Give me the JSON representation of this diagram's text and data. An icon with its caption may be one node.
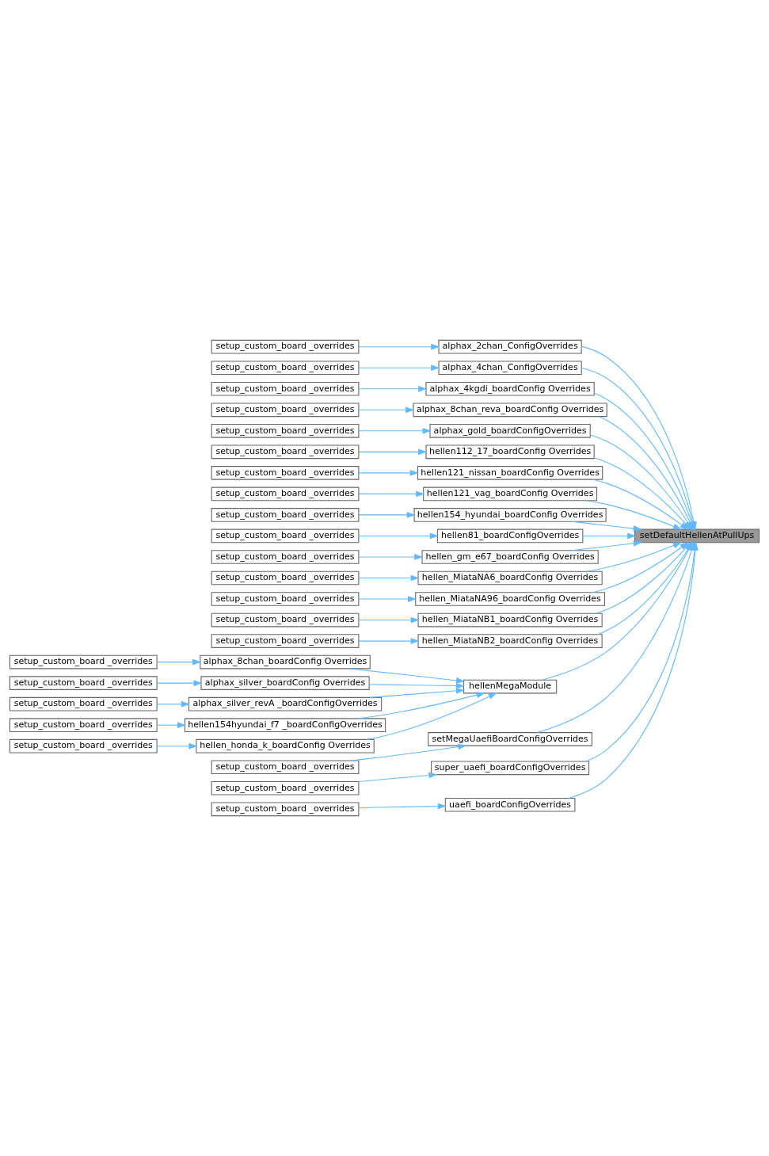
{
  "diagram": {
    "nodes": [
      {
        "text": [
          "setDefaultHellenAtPullUps"
        ]
      },
      {
        "text": [
          "alphax_2chan_ConfigOverrides"
        ]
      },
      {
        "text": [
          "setup_custom_board _overrides"
        ]
      },
      {
        "text": [
          "alphax_4chan_ConfigOverrides"
        ]
      },
      {
        "text": [
          "setup_custom_board _overrides"
        ]
      },
      {
        "text": [
          "alphax_4kgdi_boardConfig Overrides"
        ]
      },
      {
        "text": [
          "setup_custom_board _overrides"
        ]
      },
      {
        "text": [
          "alphax_8chan_reva_boardConfig Overrides"
        ]
      },
      {
        "text": [
          "setup_custom_board _overrides"
        ]
      },
      {
        "text": [
          "alphax_gold_boardConfigOverrides"
        ]
      },
      {
        "text": [
          "setup_custom_board _overrides"
        ]
      },
      {
        "text": [
          "hellen112_17_boardConfig Overrides"
        ]
      },
      {
        "text": [
          "setup_custom_board _overrides"
        ]
      },
      {
        "text": [
          "hellen121_nissan_boardConfig Overrides"
        ]
      },
      {
        "text": [
          "setup_custom_board _overrides"
        ]
      },
      {
        "text": [
          "hellen121_vag_boardConfig Overrides"
        ]
      },
      {
        "text": [
          "setup_custom_board _overrides"
        ]
      },
      {
        "text": [
          "hellen154_hyundai_boardConfig Overrides"
        ]
      },
      {
        "text": [
          "setup_custom_board _overrides"
        ]
      },
      {
        "text": [
          "hellen81_boardConfigOverrides"
        ]
      },
      {
        "text": [
          "setup_custom_board _overrides"
        ]
      },
      {
        "text": [
          "hellen_gm_e67_boardConfig Overrides"
        ]
      },
      {
        "text": [
          "setup_custom_board _overrides"
        ]
      },
      {
        "text": [
          "hellen_MiataNA6_boardConfig Overrides"
        ]
      },
      {
        "text": [
          "setup_custom_board _overrides"
        ]
      },
      {
        "text": [
          "hellen_MiataNA96_boardConfig Overrides"
        ]
      },
      {
        "text": [
          "setup_custom_board _overrides"
        ]
      },
      {
        "text": [
          "hellen_MiataNB1_boardConfig Overrides"
        ]
      },
      {
        "text": [
          "setup_custom_board _overrides"
        ]
      },
      {
        "text": [
          "hellen_MiataNB2_boardConfig Overrides"
        ]
      },
      {
        "text": [
          "setup_custom_board _overrides"
        ]
      },
      {
        "text": [
          "hellenMegaModule"
        ]
      },
      {
        "text": [
          "alphax_8chan_boardConfig Overrides"
        ]
      },
      {
        "text": [
          "setup_custom_board _overrides"
        ]
      },
      {
        "text": [
          "alphax_silver_boardConfig Overrides"
        ]
      },
      {
        "text": [
          "setup_custom_board _overrides"
        ]
      },
      {
        "text": [
          "alphax_silver_revA _boardConfigOverrides"
        ]
      },
      {
        "text": [
          "setup_custom_board _overrides"
        ]
      },
      {
        "text": [
          "hellen154hyundai_f7 _boardConfigOverrides"
        ]
      },
      {
        "text": [
          "setup_custom_board _overrides"
        ]
      },
      {
        "text": [
          "hellen_honda_k_boardConfig Overrides"
        ]
      },
      {
        "text": [
          "setup_custom_board _overrides"
        ]
      },
      {
        "text": [
          "setMegaUaefiBoardConfigOverrides"
        ]
      },
      {
        "text": [
          "setup_custom_board _overrides"
        ]
      },
      {
        "text": [
          "super_uaefi_boardConfigOverrides"
        ]
      },
      {
        "text": [
          "setup_custom_board _overrides"
        ]
      },
      {
        "text": [
          "uaefi_boardConfigOverrides"
        ]
      },
      {
        "text": [
          "setup_custom_board _overrides"
        ]
      }
    ],
    "edges": [
      {
        "from": 1,
        "to": 0,
        "arrow": "to"
      },
      {
        "from": 2,
        "to": 1,
        "arrow": "to"
      },
      {
        "from": 3,
        "to": 0,
        "arrow": "to"
      },
      {
        "from": 4,
        "to": 3,
        "arrow": "to"
      },
      {
        "from": 5,
        "to": 0,
        "arrow": "to"
      },
      {
        "from": 6,
        "to": 5,
        "arrow": "to"
      },
      {
        "from": 7,
        "to": 0,
        "arrow": "to"
      },
      {
        "from": 8,
        "to": 7,
        "arrow": "to"
      },
      {
        "from": 9,
        "to": 0,
        "arrow": "to"
      },
      {
        "from": 10,
        "to": 9,
        "arrow": "to"
      },
      {
        "from": 11,
        "to": 0,
        "arrow": "to"
      },
      {
        "from": 12,
        "to": 11,
        "arrow": "to"
      },
      {
        "from": 13,
        "to": 0,
        "arrow": "to"
      },
      {
        "from": 14,
        "to": 13,
        "arrow": "to"
      },
      {
        "from": 15,
        "to": 0,
        "arrow": "to"
      },
      {
        "from": 16,
        "to": 15,
        "arrow": "to"
      },
      {
        "from": 17,
        "to": 0,
        "arrow": "to"
      },
      {
        "from": 18,
        "to": 17,
        "arrow": "to"
      },
      {
        "from": 19,
        "to": 0,
        "arrow": "to"
      },
      {
        "from": 20,
        "to": 19,
        "arrow": "to"
      },
      {
        "from": 21,
        "to": 0,
        "arrow": "to"
      },
      {
        "from": 22,
        "to": 21,
        "arrow": "to"
      },
      {
        "from": 23,
        "to": 0,
        "arrow": "to"
      },
      {
        "from": 24,
        "to": 23,
        "arrow": "to"
      },
      {
        "from": 25,
        "to": 0,
        "arrow": "to"
      },
      {
        "from": 26,
        "to": 25,
        "arrow": "to"
      },
      {
        "from": 27,
        "to": 0,
        "arrow": "to"
      },
      {
        "from": 28,
        "to": 27,
        "arrow": "to"
      },
      {
        "from": 29,
        "to": 0,
        "arrow": "to"
      },
      {
        "from": 30,
        "to": 29,
        "arrow": "to"
      },
      {
        "from": 31,
        "to": 0,
        "arrow": "to"
      },
      {
        "from": 32,
        "to": 31,
        "arrow": "to"
      },
      {
        "from": 33,
        "to": 32,
        "arrow": "to"
      },
      {
        "from": 34,
        "to": 31,
        "arrow": "to"
      },
      {
        "from": 35,
        "to": 34,
        "arrow": "to"
      },
      {
        "from": 36,
        "to": 31,
        "arrow": "to"
      },
      {
        "from": 37,
        "to": 36,
        "arrow": "to"
      },
      {
        "from": 38,
        "to": 31,
        "arrow": "to"
      },
      {
        "from": 39,
        "to": 38,
        "arrow": "to"
      },
      {
        "from": 40,
        "to": 31,
        "arrow": "to"
      },
      {
        "from": 41,
        "to": 40,
        "arrow": "to"
      },
      {
        "from": 42,
        "to": 0,
        "arrow": "to"
      },
      {
        "from": 43,
        "to": 42,
        "arrow": "to"
      },
      {
        "from": 44,
        "to": 0,
        "arrow": "to"
      },
      {
        "from": 45,
        "to": 44,
        "arrow": "to"
      },
      {
        "from": 46,
        "to": 0,
        "arrow": "to"
      },
      {
        "from": 47,
        "to": 46,
        "arrow": "to"
      }
    ]
  }
}
